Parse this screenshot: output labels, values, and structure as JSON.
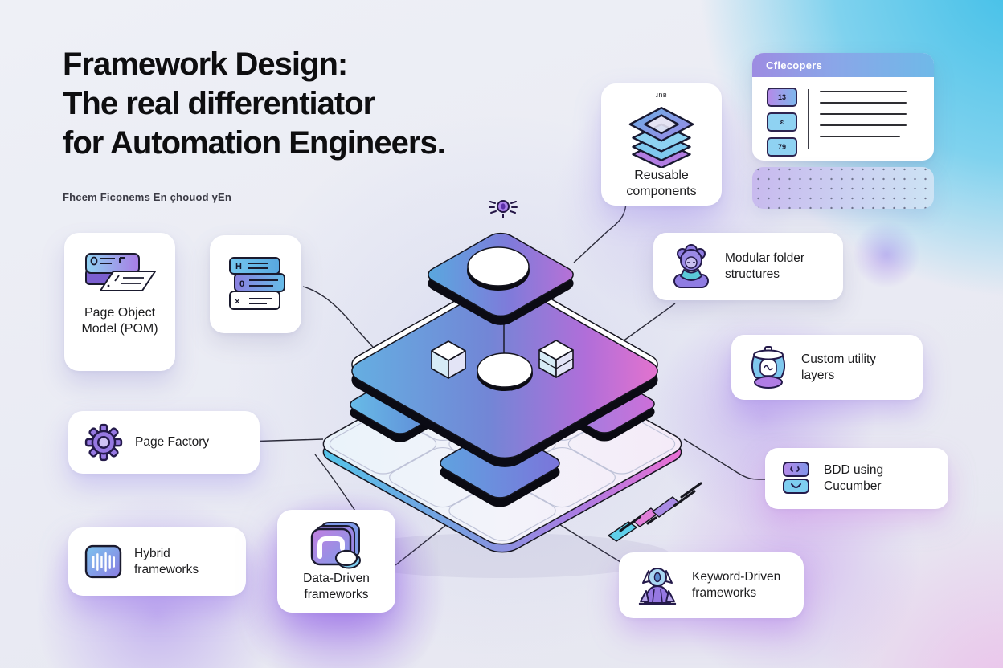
{
  "accents": {
    "cyan": "#41c0e8",
    "blue": "#5e7fd4",
    "purple": "#9678e2",
    "magenta": "#e06fd2"
  },
  "header": {
    "title_lines": [
      "Framework Design:",
      "The real differentiator",
      "for Automation Engineers."
    ],
    "subtitle": "Fhcem Ficonems En çhouod γEn"
  },
  "browser_card": {
    "title": "Cflecopers",
    "badges": [
      "13",
      "ɛ",
      "79"
    ]
  },
  "nodes": {
    "reusable": {
      "tag": "ɹnв",
      "line1": "Reusable",
      "line2": "components"
    },
    "pom": {
      "line1": "Page Object",
      "line2": "Model (POM)"
    },
    "server": {
      "row1": "H",
      "row2": "0",
      "row3": "×"
    },
    "modular": {
      "line1": "Modular folder",
      "line2": "structures"
    },
    "custom": {
      "line1": "Custom utility",
      "line2": "layers"
    },
    "pagefactory": {
      "line1": "Page Factory"
    },
    "bdd": {
      "line1": "BDD using",
      "line2": "Cucumber"
    },
    "hybrid": {
      "line1": "Hybrid",
      "line2": "frameworks"
    },
    "data": {
      "line1": "Data-Driven",
      "line2": "frameworks"
    },
    "keyword": {
      "line1": "Keyword-Driven",
      "line2": "frameworks"
    }
  }
}
